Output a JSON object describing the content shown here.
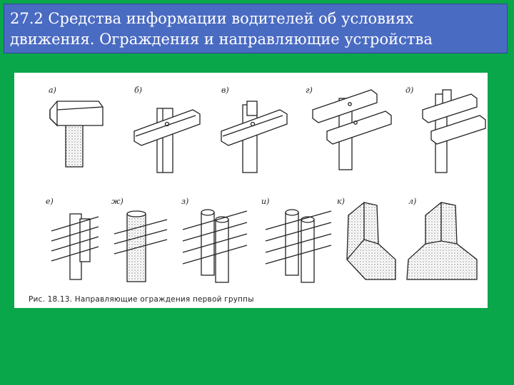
{
  "slide": {
    "title_line1": "27.2 Средства информации водителей об условиях",
    "title_line2": "движения. Ограждения и направляющие устройства",
    "background_color": "#0aa64a",
    "title_bg_color": "#4a6bc2"
  },
  "figure": {
    "caption": "Рис. 18.13. Направляющие ограждения первой группы",
    "labels": [
      "а)",
      "б)",
      "в)",
      "г)",
      "д)",
      "е)",
      "ж)",
      "з)",
      "и)",
      "к)",
      "л)"
    ]
  }
}
